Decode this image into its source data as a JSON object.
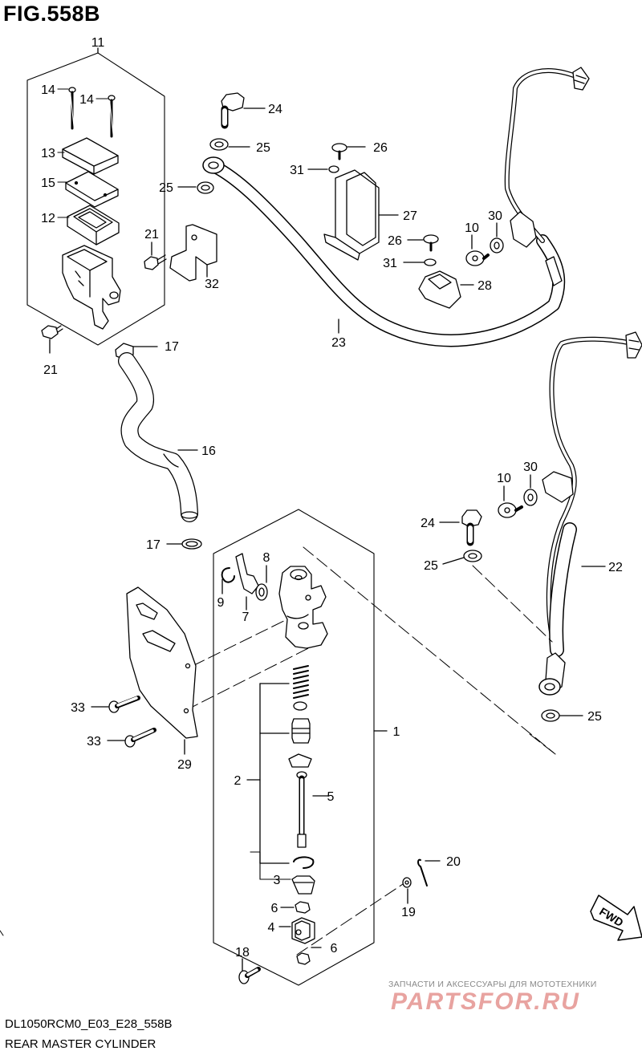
{
  "figure": {
    "title": "FIG.558B",
    "code": "DL1050RCM0_E03_E28_558B",
    "caption": "REAR MASTER CYLINDER"
  },
  "watermark": {
    "tagline": "ЗАПЧАСТИ И АКСЕССУАРЫ ДЛЯ МОТОТЕХНИКИ",
    "brand": "PARTSFOR.RU"
  },
  "direction_label": "FWD",
  "callouts": {
    "c11": "11",
    "c14a": "14",
    "c14b": "14",
    "c13": "13",
    "c15": "15",
    "c12": "12",
    "c21a": "21",
    "c21b": "21",
    "c32": "32",
    "c17a": "17",
    "c17b": "17",
    "c16": "16",
    "c24a": "24",
    "c25a": "25",
    "c25b": "25",
    "c26a": "26",
    "c31a": "31",
    "c27": "27",
    "c26b": "26",
    "c31b": "31",
    "c28": "28",
    "c23": "23",
    "c10a": "10",
    "c30a": "30",
    "c10b": "10",
    "c30b": "30",
    "c24b": "24",
    "c25c": "25",
    "c22": "22",
    "c25d": "25",
    "c8": "8",
    "c9": "9",
    "c7": "7",
    "c1": "1",
    "c2": "2",
    "c5": "5",
    "c3": "3",
    "c6a": "6",
    "c4": "4",
    "c6b": "6",
    "c18": "18",
    "c19": "19",
    "c20": "20",
    "c33a": "33",
    "c33b": "33",
    "c29": "29"
  },
  "colors": {
    "line": "#000000",
    "part_fill": "#ffffff",
    "watermark": "#e8a3a0"
  }
}
